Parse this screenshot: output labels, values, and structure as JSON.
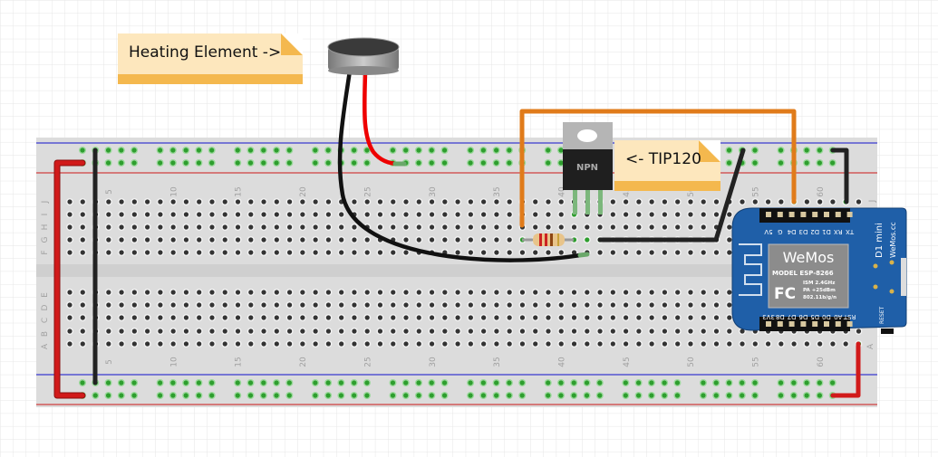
{
  "notes": {
    "heating": "Heating Element ->",
    "transistor": "<- TIP120"
  },
  "transistor": {
    "label": "NPN"
  },
  "breadboard": {
    "top_rows": [
      "J",
      "I",
      "H",
      "G",
      "F"
    ],
    "bottom_rows": [
      "E",
      "D",
      "C",
      "B",
      "A"
    ],
    "column_numbers": [
      "5",
      "10",
      "15",
      "20",
      "25",
      "30",
      "35",
      "40",
      "45",
      "50",
      "55",
      "60"
    ]
  },
  "wemos": {
    "brand": "WeMos",
    "model_line": "MODEL  ESP-8266",
    "spec_lines": [
      "ISM 2.4GHz",
      "PA +25dBm",
      "802.11b/g/n"
    ],
    "fcc": "FC",
    "board_name": "D1 mini",
    "site": "WeMos.cc",
    "reset": "RESET",
    "top_pins": [
      "TX",
      "RX",
      "D1",
      "D2",
      "D3",
      "D4",
      "G",
      "5V"
    ],
    "bottom_pins": [
      "RST",
      "A0",
      "D0",
      "D5",
      "D6",
      "D7",
      "D8",
      "3V3"
    ]
  },
  "colors": {
    "wire_red": "#d11a1a",
    "wire_black": "#222222",
    "wire_orange": "#e07b1a",
    "board_blue": "#1f5fa8",
    "note_fill": "#fde7bd",
    "note_bar": "#f4b84e",
    "hole_connected": "#2e9e2e"
  }
}
